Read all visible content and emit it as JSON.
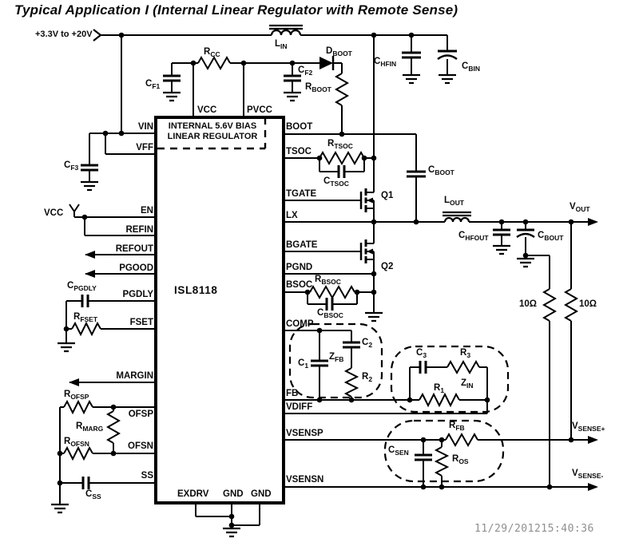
{
  "title": "Typical Application I (Internal Linear Regulator with Remote Sense)",
  "input": {
    "rail_label": "+3.3V to +20V"
  },
  "chip": {
    "name": "ISL8118",
    "internal_line1": "INTERNAL 5.6V BIAS",
    "internal_line2": "LINEAR REGULATOR"
  },
  "pins": {
    "top": [
      "VCC",
      "PVCC"
    ],
    "left": [
      "VIN",
      "VFF",
      "EN",
      "REFIN",
      "REFOUT",
      "PGOOD",
      "PGDLY",
      "FSET",
      "MARGIN",
      "OFSP",
      "OFSN",
      "SS"
    ],
    "right": [
      "BOOT",
      "TSOC",
      "TGATE",
      "LX",
      "BGATE",
      "PGND",
      "BSOC",
      "COMP",
      "FB",
      "VDIFF",
      "VSENSP",
      "VSENSN"
    ],
    "bottom": [
      "EXDRV",
      "GND",
      "GND"
    ]
  },
  "components": {
    "lin": {
      "t": "L",
      "s": "IN"
    },
    "rcc": {
      "t": "R",
      "s": "CC"
    },
    "cf1": {
      "t": "C",
      "s": "F1"
    },
    "cf2": {
      "t": "C",
      "s": "F2"
    },
    "cf3": {
      "t": "C",
      "s": "F3"
    },
    "dboot": {
      "t": "D",
      "s": "BOOT"
    },
    "rboot": {
      "t": "R",
      "s": "BOOT"
    },
    "chfin": {
      "t": "C",
      "s": "HFIN"
    },
    "cbin": {
      "t": "C",
      "s": "BIN"
    },
    "vcc_en": {
      "t": "VCC"
    },
    "cpgdly": {
      "t": "C",
      "s": "PGDLY"
    },
    "rfset": {
      "t": "R",
      "s": "FSET"
    },
    "rofsp": {
      "t": "R",
      "s": "OFSP"
    },
    "rmarg": {
      "t": "R",
      "s": "MARG"
    },
    "rofsn": {
      "t": "R",
      "s": "OFSN"
    },
    "css": {
      "t": "C",
      "s": "SS"
    },
    "rtsoc": {
      "t": "R",
      "s": "TSOC"
    },
    "ctsoc": {
      "t": "C",
      "s": "TSOC"
    },
    "cboot": {
      "t": "C",
      "s": "BOOT"
    },
    "q1": {
      "t": "Q1"
    },
    "q2": {
      "t": "Q2"
    },
    "lout": {
      "t": "L",
      "s": "OUT"
    },
    "rbsoc": {
      "t": "R",
      "s": "BSOC"
    },
    "cbsoc": {
      "t": "C",
      "s": "BSOC"
    },
    "c1": {
      "t": "C",
      "s": "1"
    },
    "zfb": {
      "t": "Z",
      "s": "FB"
    },
    "c2": {
      "t": "C",
      "s": "2"
    },
    "r2": {
      "t": "R",
      "s": "2"
    },
    "c3": {
      "t": "C",
      "s": "3"
    },
    "r3": {
      "t": "R",
      "s": "3"
    },
    "r1": {
      "t": "R",
      "s": "1"
    },
    "zin": {
      "t": "Z",
      "s": "IN"
    },
    "chfout": {
      "t": "C",
      "s": "HFOUT"
    },
    "cbout": {
      "t": "C",
      "s": "BOUT"
    },
    "r10_left": {
      "t": "10Ω"
    },
    "r10_right": {
      "t": "10Ω"
    },
    "csen": {
      "t": "C",
      "s": "SEN"
    },
    "rfb": {
      "t": "R",
      "s": "FB"
    },
    "ros": {
      "t": "R",
      "s": "OS"
    }
  },
  "outputs": {
    "vout": {
      "t": "V",
      "s": "OUT"
    },
    "vsense_plus": {
      "t": "V",
      "s": "SENSE+"
    },
    "vsense_minus": {
      "t": "V",
      "s": "SENSE-"
    }
  },
  "timestamp": "11/29/201215:40:36"
}
